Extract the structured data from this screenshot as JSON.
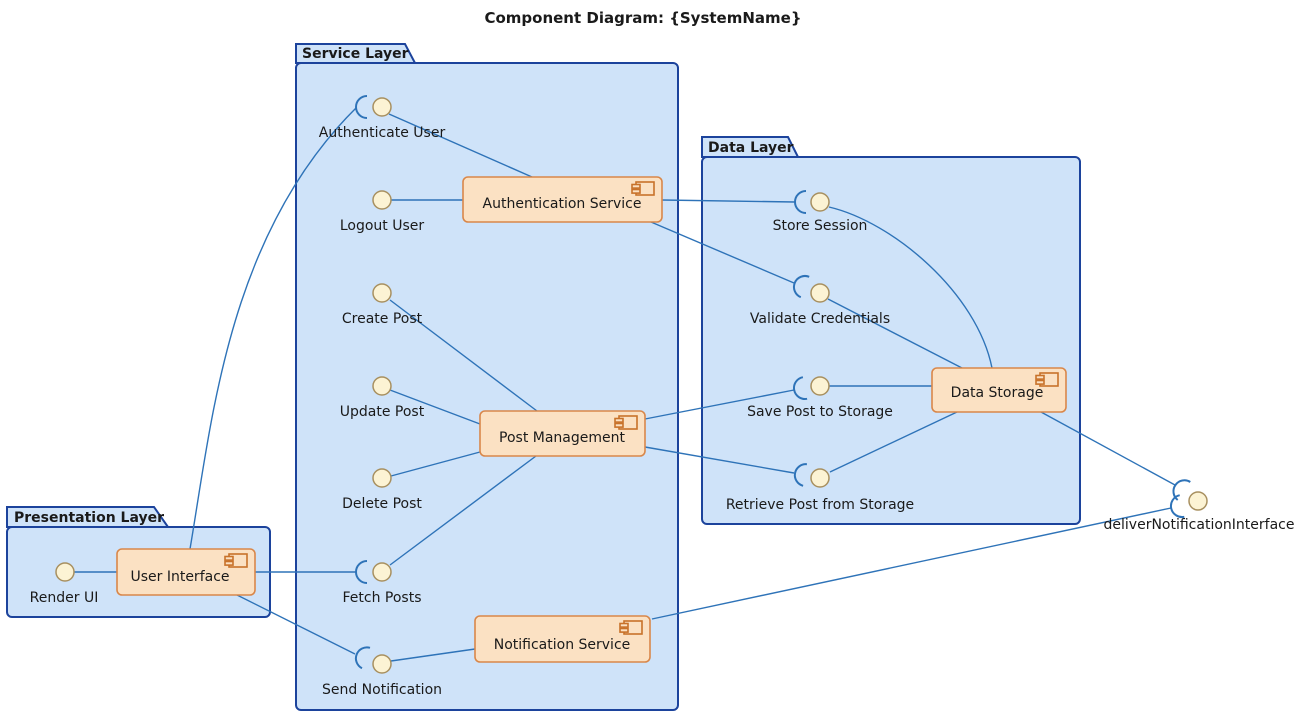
{
  "title": "Component Diagram: {SystemName}",
  "packages": [
    {
      "name": "Service Layer"
    },
    {
      "name": "Data Layer"
    },
    {
      "name": "Presentation Layer"
    }
  ],
  "components": [
    {
      "label": "Authentication Service"
    },
    {
      "label": "Post Management"
    },
    {
      "label": "Notification Service"
    },
    {
      "label": "Data Storage"
    },
    {
      "label": "User Interface"
    }
  ],
  "interfaces": [
    {
      "label": "Authenticate User"
    },
    {
      "label": "Logout User"
    },
    {
      "label": "Create Post"
    },
    {
      "label": "Update Post"
    },
    {
      "label": "Delete Post"
    },
    {
      "label": "Fetch Posts"
    },
    {
      "label": "Send Notification"
    },
    {
      "label": "Store Session"
    },
    {
      "label": "Validate Credentials"
    },
    {
      "label": "Save Post to Storage"
    },
    {
      "label": "Retrieve Post from Storage"
    },
    {
      "label": "Render UI"
    },
    {
      "label": "deliverNotificationInterface"
    }
  ],
  "colors": {
    "package_fill": "#CFE3F9",
    "package_border": "#1C439C",
    "component_fill": "#FBE1C3",
    "component_border": "#D9874A",
    "interface_fill": "#FCF3D4",
    "interface_border": "#A89060",
    "connector": "#2E73B8",
    "text": "#1a1a1a"
  }
}
